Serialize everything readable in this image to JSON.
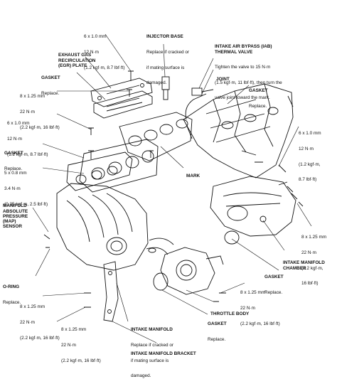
{
  "labels": {
    "bolt_6x10_top": {
      "title": "",
      "lines": [
        "6 x 1.0 mm",
        "12 N·m",
        "(1.2 kgf·m, 8.7 lbf·ft)"
      ]
    },
    "injector_base": {
      "title": "INJECTOR BASE",
      "lines": [
        "Replace if cracked or",
        "if mating surface is",
        "damaged."
      ]
    },
    "iab_valve": {
      "title": "INTAKE AIR BYPASS (IAB)\nTHERMAL VALVE",
      "lines": [
        "Tighten the valve to 15 N·m",
        "(1.5 kgf·m, 11 lbf·ft), then turn the",
        "valve joint toward the mark."
      ]
    },
    "egr_plate": {
      "title": "EXHAUST GAS\nRECIRCULATION\n(EGR) PLATE",
      "lines": []
    },
    "gasket_top": {
      "title": "GASKET",
      "lines": [
        "Replace."
      ]
    },
    "joint": {
      "title": "JOINT",
      "lines": []
    },
    "bolt_8x125_left_top": {
      "title": "",
      "lines": [
        "8 x 1.25 mm",
        "22 N·m",
        "(2.2 kgf·m, 16 lbf·ft)"
      ]
    },
    "gasket_right_top": {
      "title": "GASKET",
      "lines": [
        "Replace."
      ]
    },
    "bolt_6x10_left": {
      "title": "",
      "lines": [
        "6 x 1.0 mm",
        "12 N·m",
        "(1.2 kgf·m, 8.7 lbf·ft)"
      ]
    },
    "bolt_6x10_right": {
      "title": "",
      "lines": [
        "6 x 1.0 mm",
        "12 N·m",
        "(1.2 kgf·m,",
        "8.7 lbf·ft)"
      ]
    },
    "gasket_left": {
      "title": "GASKET",
      "lines": [
        "Replace."
      ]
    },
    "mark": {
      "title": "MARK",
      "lines": []
    },
    "bolt_5x08": {
      "title": "",
      "lines": [
        "5 x 0.8 mm",
        "3.4 N·m",
        "(0.35 kgf·m, 2.5 lbf·ft)"
      ]
    },
    "map_sensor": {
      "title": "MANIFOLD\nABSOLUTE\nPRESSURE\n(MAP)\nSENSOR",
      "lines": []
    },
    "bolt_8x125_right": {
      "title": "",
      "lines": [
        "8 x 1.25 mm",
        "22 N·m",
        "(2.2 kgf·m,",
        "16 lbf·ft)"
      ]
    },
    "intake_chamber": {
      "title": "INTAKE MANIFOLD\nCHAMBER",
      "lines": []
    },
    "gasket_mid_right": {
      "title": "GASKET",
      "lines": [
        "Replace."
      ]
    },
    "o_ring": {
      "title": "O-RING",
      "lines": [
        "Replace."
      ]
    },
    "bolt_8x125_bottom_right": {
      "title": "",
      "lines": [
        "8 x 1.25 mm",
        "22 N·m",
        "(2.2 kgf·m, 16 lbf·ft)"
      ]
    },
    "bolt_8x125_left_mid": {
      "title": "",
      "lines": [
        "8 x 1.25 mm",
        "22 N·m",
        "(2.2 kgf·m, 16 lbf·ft)"
      ]
    },
    "throttle_body": {
      "title": "THROTTLE BODY",
      "lines": []
    },
    "bolt_8x125_left_bot": {
      "title": "",
      "lines": [
        "8 x 1.25 mm",
        "22 N·m",
        "(2.2 kgf·m, 16 lbf·ft)"
      ]
    },
    "intake_manifold": {
      "title": "INTAKE MANIFOLD",
      "lines": [
        "Replace if cracked or",
        "if mating surface is",
        "damaged."
      ]
    },
    "gasket_bottom": {
      "title": "GASKET",
      "lines": [
        "Replace."
      ]
    },
    "intake_bracket": {
      "title": "INTAKE MANIFOLD BRACKET",
      "lines": []
    }
  }
}
